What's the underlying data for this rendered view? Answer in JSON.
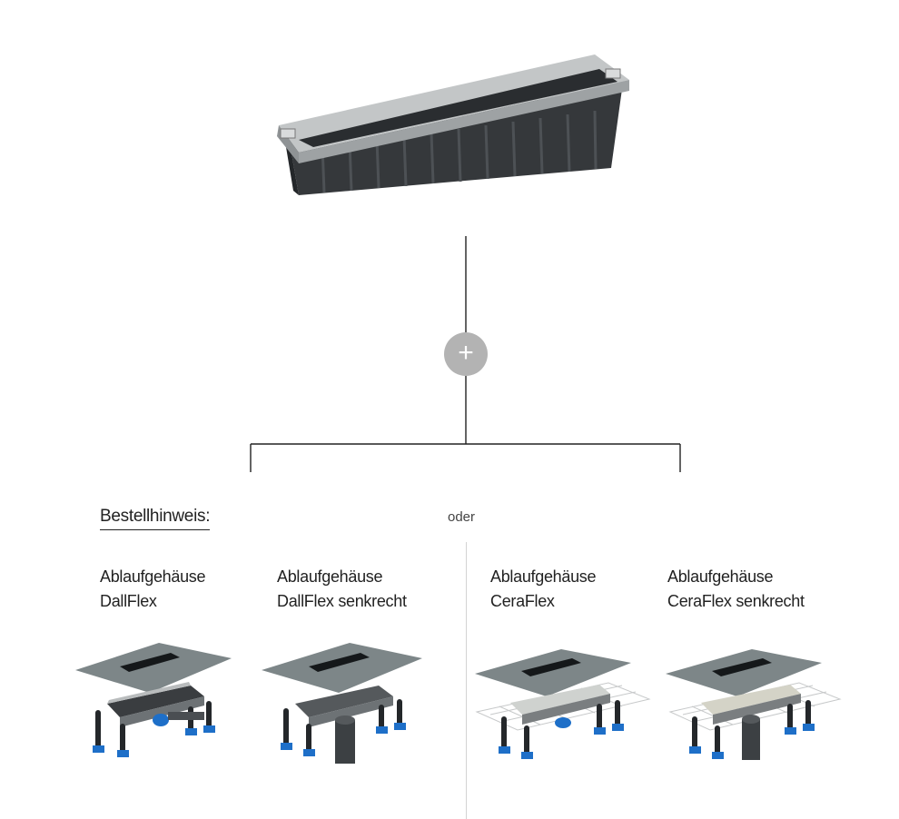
{
  "order_hint": {
    "label": "Bestellhinweis:"
  },
  "separator_text": "oder",
  "plus_button": {
    "glyph": "+"
  },
  "products": [
    {
      "line1": "Ablaufgehäuse",
      "line2": "DallFlex"
    },
    {
      "line1": "Ablaufgehäuse",
      "line2": "DallFlex senkrecht"
    },
    {
      "line1": "Ablaufgehäuse",
      "line2": "CeraFlex"
    },
    {
      "line1": "Ablaufgehäuse",
      "line2": "CeraFlex senkrecht"
    }
  ],
  "colors": {
    "connector_line": "#222222",
    "plus_circle": "#b3b3b3",
    "divider": "#d4d4d4",
    "membrane": "#7d8688",
    "frame_steel": "#b9bcbd",
    "drain_body": "#3a3d40",
    "foot_blue": "#1e6fc8"
  }
}
